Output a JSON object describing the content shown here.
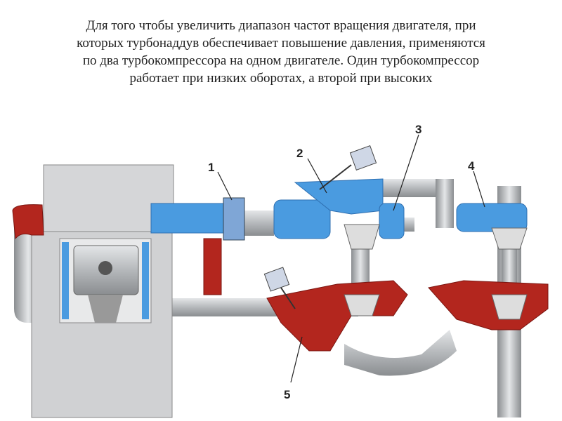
{
  "caption": {
    "lines": [
      "Для того чтобы увеличить диапазон частот вращения двигателя, при",
      "которых турбонаддув обеспечивает повышение давления, применяются",
      "по два турбокомпрессора на одном двигателе. Один турбокомпрессор",
      "работает при низких оборотах, а второй при высоких"
    ]
  },
  "diagram": {
    "labels": [
      "1",
      "2",
      "3",
      "4",
      "5"
    ],
    "colors": {
      "intake": "#4a9be0",
      "exhaust": "#b3261e",
      "metal": "#b5b8bb"
    }
  }
}
